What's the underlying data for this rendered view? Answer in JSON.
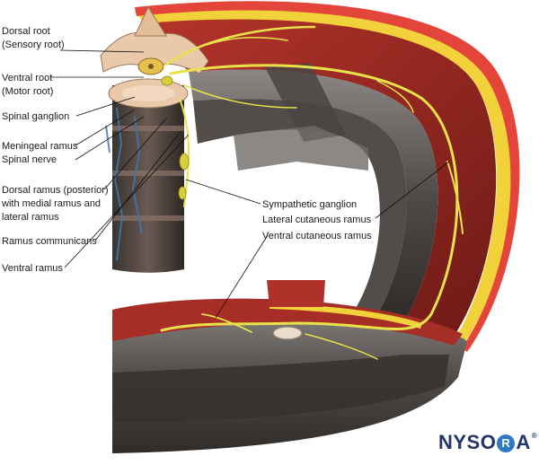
{
  "labels": {
    "dorsal_root": [
      "Dorsal root",
      "(Sensory root)"
    ],
    "ventral_root": [
      "Ventral root",
      "(Motor root)"
    ],
    "spinal_ganglion": [
      "Spinal ganglion"
    ],
    "meningeal_ramus": [
      "Meningeal ramus"
    ],
    "spinal_nerve": [
      "Spinal nerve"
    ],
    "dorsal_ramus": [
      "Dorsal ramus (posterior)",
      "with medial ramus and",
      "lateral ramus"
    ],
    "ramus_communicans": [
      "Ramus communicans"
    ],
    "ventral_ramus": [
      "Ventral ramus"
    ],
    "sympathetic_ganglion": [
      "Sympathetic ganglion"
    ],
    "lateral_cutaneous_ramus": [
      "Lateral cutaneous ramus"
    ],
    "ventral_cutaneous_ramus": [
      "Ventral cutaneous ramus"
    ]
  },
  "logo": {
    "text_left": "NYSO",
    "ring_letter": "R",
    "text_right": "A",
    "mark": "®"
  },
  "colors": {
    "muscle": "#9b2a23",
    "muscle_dark": "#6e1a16",
    "skin": "#e4453a",
    "fat": "#f2d23a",
    "nerve": "#e8e24a",
    "bone": "#e9c9a9",
    "wall_grey": "#5d5a57",
    "leader": "#111111",
    "logo_text": "#23356b",
    "logo_ring": "#2f78c2"
  }
}
